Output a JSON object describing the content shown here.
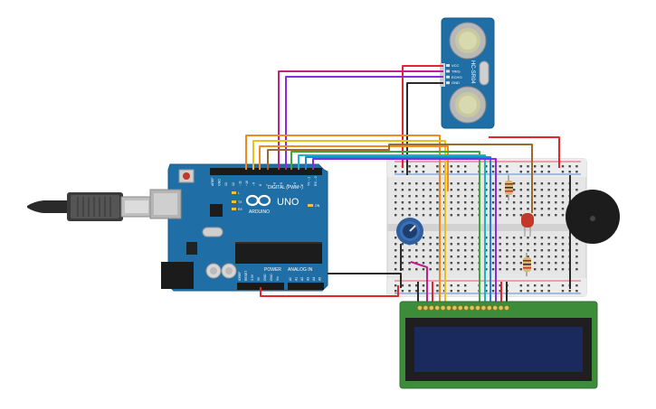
{
  "arduino": {
    "brand": "ARDUINO",
    "model": "UNO",
    "digital_label": "DIGITAL (PWM~)",
    "power_label": "POWER",
    "analog_label": "ANALOG IN",
    "led_labels": [
      "L",
      "TX",
      "RX"
    ],
    "on_label": "ON",
    "header_pins": [
      "AREF",
      "GND",
      "13",
      "12",
      "~11",
      "~10",
      "~9",
      "8",
      "7",
      "~6",
      "~5",
      "4",
      "~3",
      "2",
      "TX→1",
      "RX←0"
    ],
    "power_pins": [
      "IOREF",
      "RESET",
      "3.3V",
      "5V",
      "GND",
      "GND",
      "Vin"
    ],
    "analog_pins": [
      "A0",
      "A1",
      "A2",
      "A3",
      "A4",
      "A5"
    ]
  },
  "sensor": {
    "model": "HC-SR04",
    "pins": [
      "VCC",
      "TRIG",
      "ECHO",
      "GND"
    ]
  },
  "lcd": {
    "pin_count": 16
  },
  "colors": {
    "board": "#1f6fa6",
    "breadboard": "#e6e6e6",
    "lcd_pcb": "#3d8c3a",
    "lcd_screen": "#1b2a5e",
    "wire_red": "#e3262e",
    "wire_black": "#2b2b2b",
    "wire_purple": "#8a2be2",
    "wire_magenta": "#c0208c",
    "wire_orange": "#f08c1e",
    "wire_yellow": "#e8c21c",
    "wire_green": "#3aa83a",
    "wire_blue": "#2a7fd6",
    "wire_cyan": "#18b5c9",
    "wire_brown": "#9b6a2f"
  }
}
